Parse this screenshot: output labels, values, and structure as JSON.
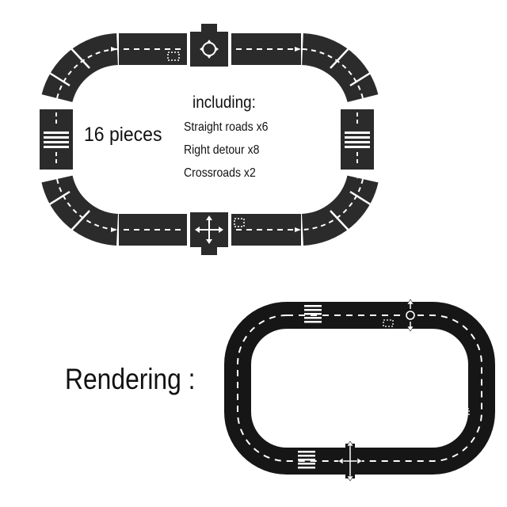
{
  "pieces_label": "16 pieces",
  "including_label": "including:",
  "features": [
    "Straight roads x6",
    "Right detour x8",
    "Crossroads x2"
  ],
  "rendering_label": "Rendering :",
  "colors": {
    "road": "#2b2b2b",
    "road_dark": "#161616",
    "marking": "#ffffff",
    "background": "#ffffff"
  },
  "icons": [
    "roundabout-icon",
    "crossroad-arrows-icon",
    "crosswalk-icon",
    "direction-arrow-icon"
  ]
}
